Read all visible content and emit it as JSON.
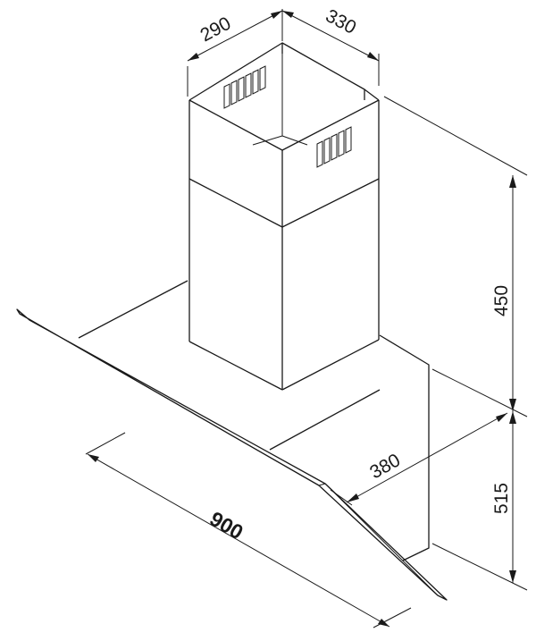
{
  "dimensions": {
    "chimney_width": "290",
    "chimney_depth": "330",
    "chimney_height": "450",
    "hood_height": "515",
    "hood_depth": "380",
    "hood_width": "900"
  }
}
